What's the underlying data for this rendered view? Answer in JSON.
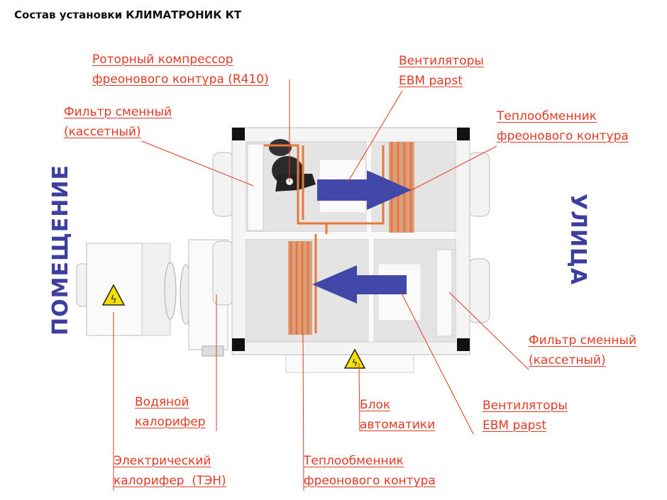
{
  "title": "Состав установки КЛИМАТРОНИК КТ",
  "sides": {
    "left": "ПОМЕЩЕНИЕ",
    "right": "УЛИЦА"
  },
  "labels": {
    "compressor": [
      "Роторный компрессор",
      "фреонового контура (R410)"
    ],
    "fans_top": [
      "Вентиляторы",
      "EBM papst"
    ],
    "filter_left": [
      "Фильтр сменный",
      "(кассетный)"
    ],
    "exchanger_top": [
      "Теплообменник",
      "фреонового контура"
    ],
    "filter_right": [
      "Фильтр сменный",
      "(кассетный)"
    ],
    "water_heater": [
      "Водяной",
      "калорифер"
    ],
    "automation": [
      "Блок",
      "автоматики"
    ],
    "fans_bottom": [
      "Вентиляторы",
      "EBM papst"
    ],
    "electric_heater": [
      "Электрический",
      "калорифер  (ТЭН)"
    ],
    "exchanger_bottom": [
      "Теплообменник",
      "фреонового контура"
    ]
  },
  "colors": {
    "label": "#e53a24",
    "arrow": "#4248a8",
    "side_text": "#3c3ea0",
    "copper": "#e8793a"
  }
}
